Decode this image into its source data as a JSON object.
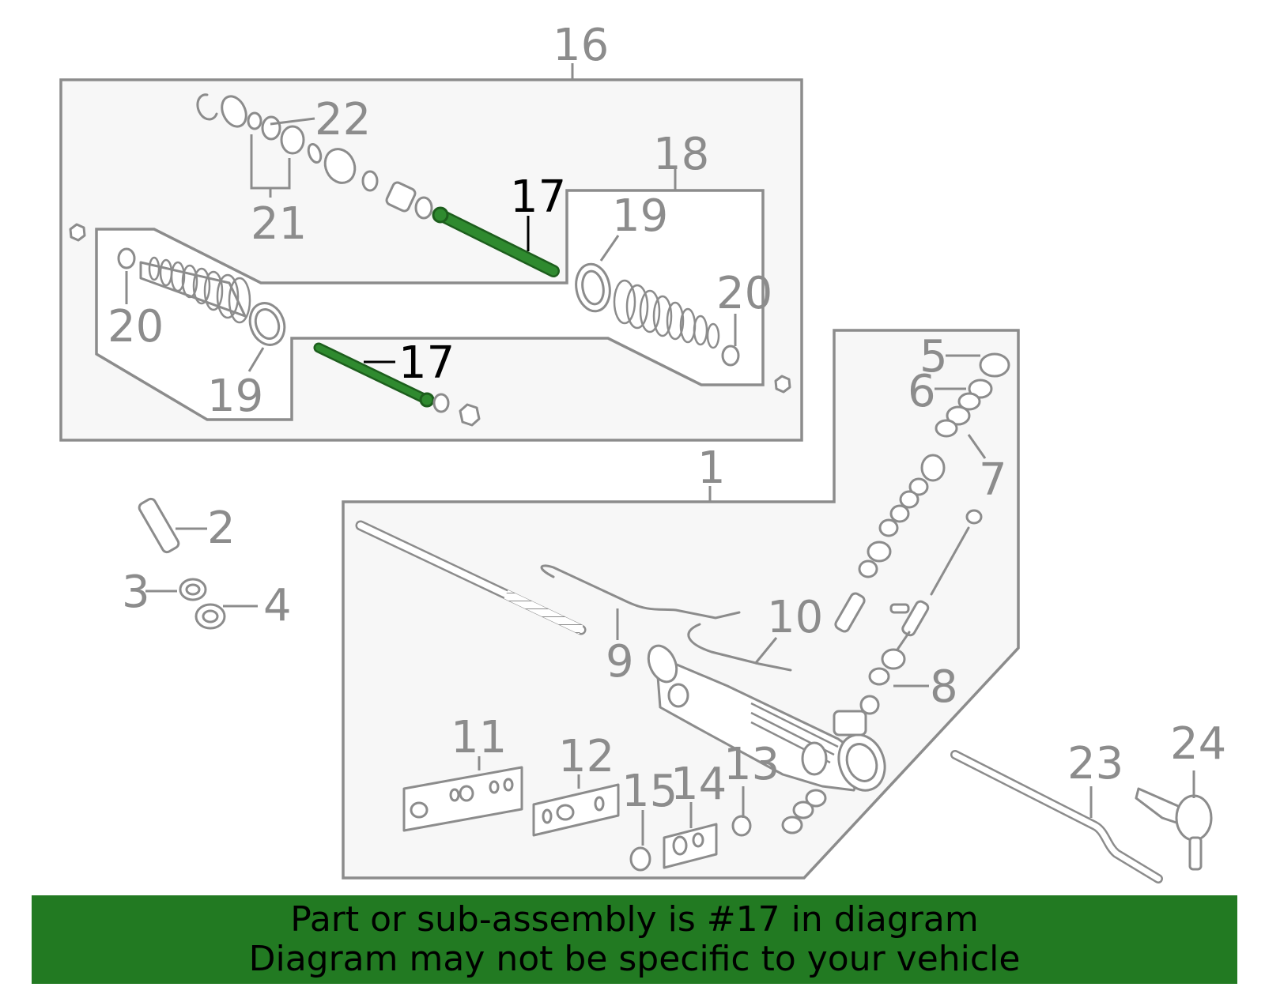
{
  "colors": {
    "highlight": "#2f8a2f",
    "banner_background": "#227a22",
    "line": "#8c8c8c",
    "box_fill": "#f7f7f7",
    "highlight_label": "#000000"
  },
  "highlighted_part": "17",
  "callouts": {
    "c16": "16",
    "c17a": "17",
    "c17b": "17",
    "c18": "18",
    "c19a": "19",
    "c19b": "19",
    "c20a": "20",
    "c20b": "20",
    "c21": "21",
    "c22": "22",
    "c1": "1",
    "c2": "2",
    "c3": "3",
    "c4": "4",
    "c5": "5",
    "c6": "6",
    "c7": "7",
    "c8": "8",
    "c9": "9",
    "c10": "10",
    "c11": "11",
    "c12": "12",
    "c13": "13",
    "c14": "14",
    "c15": "15",
    "c23": "23",
    "c24": "24"
  },
  "banner": {
    "line1": "Part or sub-assembly is #17 in diagram",
    "line2": "Diagram may not be specific to your vehicle"
  }
}
